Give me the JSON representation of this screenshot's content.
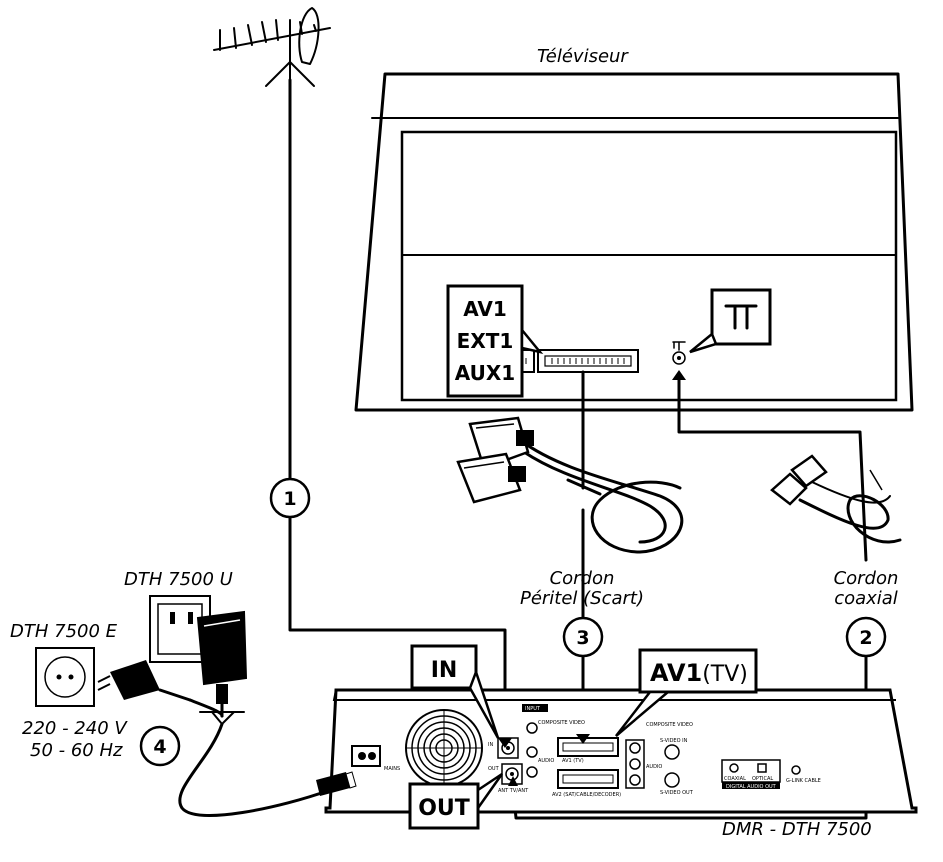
{
  "tv": {
    "title": "Téléviseur",
    "scart_labels": [
      "AV1",
      "EXT1",
      "AUX1"
    ]
  },
  "cables": {
    "scart_label_1": "Cordon",
    "scart_label_2": "Péritel (Scart)",
    "coax_label_1": "Cordon",
    "coax_label_2": "coaxial"
  },
  "steps": [
    "1",
    "2",
    "3",
    "4"
  ],
  "recorder": {
    "model": "DMR - DTH 7500",
    "in_label": "IN",
    "out_label": "OUT",
    "av1_label": "AV1",
    "av1_suffix": "(TV)",
    "panel_texts": {
      "input": "INPUT",
      "mains": "MAINS",
      "in_small": "IN",
      "out_small": "OUT",
      "ant_tv": "ANT TV/ANT",
      "av1_tv": "AV1 (TV)",
      "av2": "AV2 (SAT/CABLE/DECODER)",
      "composite_1": "COMPOSITE VIDEO",
      "audio_1": "AUDIO",
      "composite_2": "COMPOSITE VIDEO",
      "audio_2": "AUDIO",
      "svideo_in": "S-VIDEO IN",
      "svideo_out": "S-VIDEO OUT",
      "coaxial": "COAXIAL",
      "optical": "OPTICAL",
      "digital_audio_out": "DIGITAL AUDIO OUT",
      "g_link": "G-LINK CABLE"
    }
  },
  "power": {
    "model_u": "DTH 7500 U",
    "model_e": "DTH 7500 E",
    "voltage": "220 - 240 V",
    "frequency": "50 - 60 Hz"
  }
}
